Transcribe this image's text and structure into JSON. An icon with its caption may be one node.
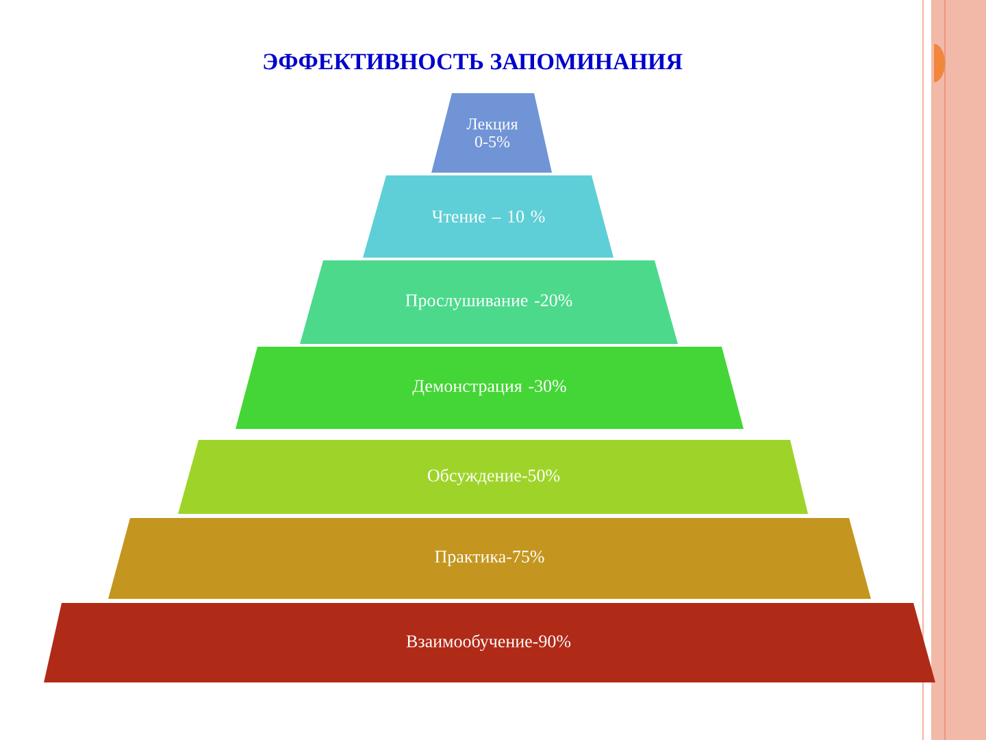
{
  "diagram": {
    "title": "ЭФФЕКТИВНОСТЬ ЗАПОМИНАНИЯ",
    "nodes": [
      {
        "text": [
          "Лекция 0-5%"
        ]
      },
      {
        "text": [
          "Чтение – 10 %"
        ]
      },
      {
        "text": [
          "Прослушивание -20%"
        ]
      },
      {
        "text": [
          "Демонстрация -30%"
        ]
      },
      {
        "text": [
          "Обсуждение-50%"
        ]
      },
      {
        "text": [
          "Практика-75%"
        ]
      },
      {
        "text": [
          "Взаимообучение-90%"
        ]
      }
    ]
  }
}
